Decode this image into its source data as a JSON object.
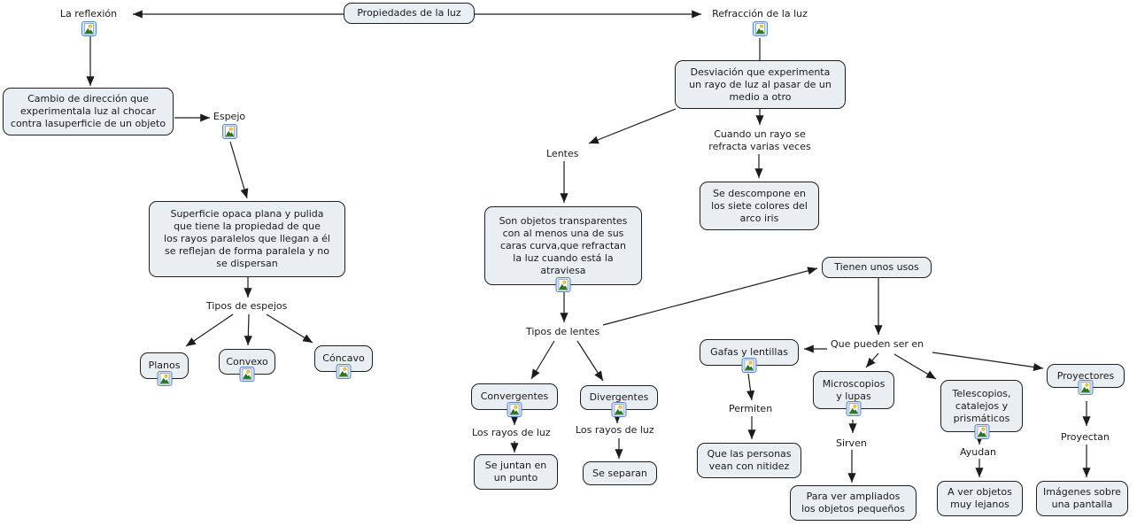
{
  "colors": {
    "background": "#ffffff",
    "node_fill": "#e9eef3",
    "node_border": "#1f1f1f",
    "connector": "#1c1c1c",
    "icon_frame_border": "#5b87c5",
    "icon_frame_fill": "#d6e4f5"
  },
  "nodes": {
    "propiedades": "Propiedades de la luz",
    "la_reflexion": "La reflexión",
    "cambio_direccion": "Cambio de dirección que\nexperimentala luz al chocar\ncontra lasuperficie de un objeto",
    "espejo": "Espejo",
    "superficie": "Superficie opaca plana y pulida\nque tiene la propiedad  de que\nlos rayos paralelos que llegan a él\nse reflejan de forma paralela y no\nse dispersan",
    "tipos_espejos": "Tipos de espejos",
    "planos": "Planos",
    "convexo": "Convexo",
    "concavo": "Cóncavo",
    "refraccion": "Refracción de la luz",
    "desviacion": "Desviación que experimenta\nun rayo de luz al pasar de un\nmedio a otro",
    "cuando_rayo": "Cuando un rayo se\nrefracta varias veces",
    "descompone": "Se descompone en\nlos siete colores del\narco iris",
    "lentes": "Lentes",
    "son_objetos": "Son objetos transparentes\ncon al menos una de sus\ncaras curva,que refractan\nla luz cuando está la\natraviesa",
    "tipos_lentes": "Tipos de lentes",
    "convergentes": "Convergentes",
    "divergentes": "Divergentes",
    "rayos_convergentes": "Los rayos de luz",
    "rayos_divergentes": "Los rayos de luz",
    "se_juntan": "Se juntan en\nun punto",
    "se_separan": "Se separan",
    "tienen_usos": "Tienen unos usos",
    "que_pueden": "Que pueden ser en",
    "gafas": "Gafas y lentillas",
    "microscopios": "Microscopios\ny lupas",
    "telescopios": "Telescopios,\ncatalejos y\nprismáticos",
    "proyectores": "Proyectores",
    "permiten": "Permiten",
    "sirven": "Sirven",
    "ayudan": "Ayudan",
    "proyectan": "Proyectan",
    "nitidez": "Que las personas\nvean con nitidez",
    "ampliados": "Para ver ampliados\nlos objetos pequeños",
    "lejanos": "A ver objetos\nmuy lejanos",
    "imagenes": "Imágenes sobre\nuna pantalla"
  },
  "icons": {
    "image_resource": "framed-landscape-picture-resource-icon"
  },
  "edges": [
    [
      "propiedades",
      "la_reflexion"
    ],
    [
      "propiedades",
      "refraccion"
    ],
    [
      "la_reflexion",
      "cambio_direccion"
    ],
    [
      "cambio_direccion",
      "espejo"
    ],
    [
      "espejo",
      "superficie"
    ],
    [
      "superficie",
      "tipos_espejos"
    ],
    [
      "tipos_espejos",
      "planos"
    ],
    [
      "tipos_espejos",
      "convexo"
    ],
    [
      "tipos_espejos",
      "concavo"
    ],
    [
      "refraccion",
      "desviacion"
    ],
    [
      "desviacion",
      "lentes"
    ],
    [
      "desviacion",
      "cuando_rayo"
    ],
    [
      "cuando_rayo",
      "descompone"
    ],
    [
      "lentes",
      "son_objetos"
    ],
    [
      "son_objetos",
      "tipos_lentes"
    ],
    [
      "tipos_lentes",
      "convergentes"
    ],
    [
      "tipos_lentes",
      "divergentes"
    ],
    [
      "tipos_lentes",
      "tienen_usos"
    ],
    [
      "convergentes",
      "rayos_convergentes"
    ],
    [
      "rayos_convergentes",
      "se_juntan"
    ],
    [
      "divergentes",
      "rayos_divergentes"
    ],
    [
      "rayos_divergentes",
      "se_separan"
    ],
    [
      "tienen_usos",
      "que_pueden"
    ],
    [
      "que_pueden",
      "gafas"
    ],
    [
      "que_pueden",
      "microscopios"
    ],
    [
      "que_pueden",
      "telescopios"
    ],
    [
      "que_pueden",
      "proyectores"
    ],
    [
      "gafas",
      "permiten"
    ],
    [
      "permiten",
      "nitidez"
    ],
    [
      "microscopios",
      "sirven"
    ],
    [
      "sirven",
      "ampliados"
    ],
    [
      "telescopios",
      "ayudan"
    ],
    [
      "ayudan",
      "lejanos"
    ],
    [
      "proyectores",
      "proyectan"
    ],
    [
      "proyectan",
      "imagenes"
    ]
  ]
}
